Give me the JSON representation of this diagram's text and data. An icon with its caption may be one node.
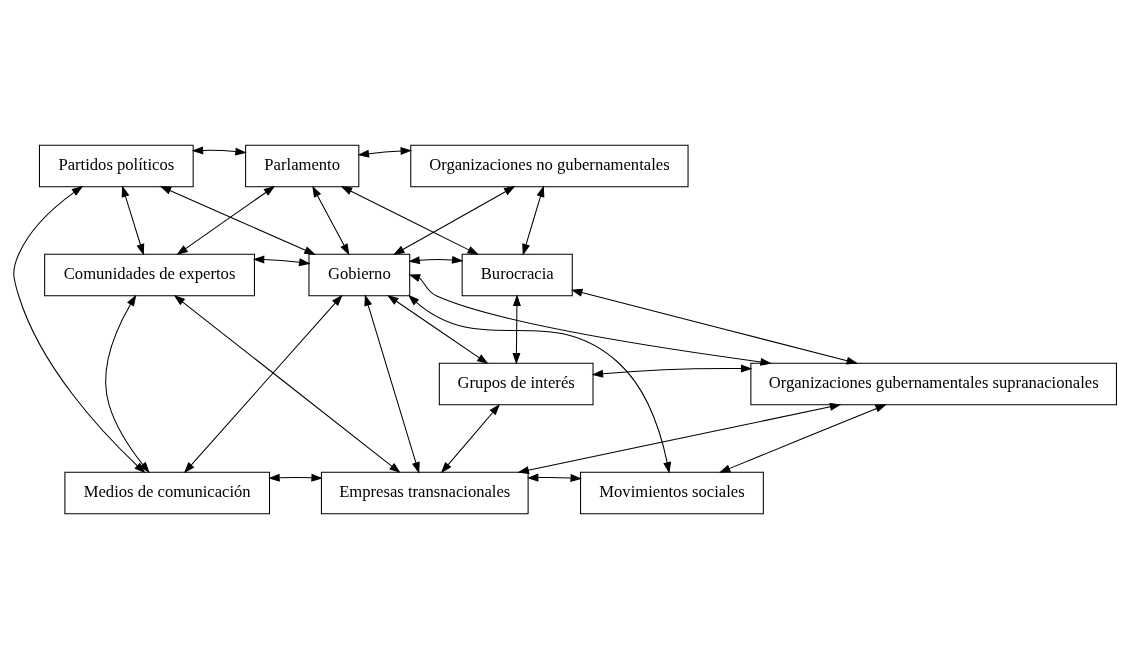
{
  "diagram": {
    "nodes": [
      {
        "text": [
          "Parlamento"
        ]
      },
      {
        "text": [
          "Organizaciones no gubernamentales"
        ]
      },
      {
        "text": [
          "Partidos políticos"
        ]
      },
      {
        "text": [
          "Gobierno"
        ]
      },
      {
        "text": [
          "Burocracia"
        ]
      },
      {
        "text": [
          "Comunidades de expertos"
        ]
      },
      {
        "text": [
          "Organizaciones gubernamentales supranacionales"
        ]
      },
      {
        "text": [
          "Grupos de interés"
        ]
      },
      {
        "text": [
          "Medios de comunicación"
        ]
      },
      {
        "text": [
          "Empresas transnacionales"
        ]
      },
      {
        "text": [
          "Movimientos sociales"
        ]
      }
    ],
    "edges": [
      {
        "from": 2,
        "to": 0,
        "arrow": "both"
      },
      {
        "from": 2,
        "to": 5,
        "arrow": "both"
      },
      {
        "from": 0,
        "to": 5,
        "arrow": "both"
      },
      {
        "from": 2,
        "to": 3,
        "arrow": "both"
      },
      {
        "from": 0,
        "to": 3,
        "arrow": "both"
      },
      {
        "from": 0,
        "to": 1,
        "arrow": "both"
      },
      {
        "from": 0,
        "to": 4,
        "arrow": "both"
      },
      {
        "from": 1,
        "to": 3,
        "arrow": "both"
      },
      {
        "from": 1,
        "to": 4,
        "arrow": "both"
      },
      {
        "from": 3,
        "to": 4,
        "arrow": "both"
      },
      {
        "from": 3,
        "to": 5,
        "arrow": "both"
      },
      {
        "from": 3,
        "to": 7,
        "arrow": "both"
      },
      {
        "from": 3,
        "to": 6,
        "arrow": "both"
      },
      {
        "from": 3,
        "to": 10,
        "arrow": "both"
      },
      {
        "from": 3,
        "to": 8,
        "arrow": "both"
      },
      {
        "from": 3,
        "to": 9,
        "arrow": "both"
      },
      {
        "from": 2,
        "to": 8,
        "arrow": "both"
      },
      {
        "from": 5,
        "to": 8,
        "arrow": "both"
      },
      {
        "from": 5,
        "to": 9,
        "arrow": "both"
      },
      {
        "from": 4,
        "to": 7,
        "arrow": "both"
      },
      {
        "from": 4,
        "to": 6,
        "arrow": "both"
      },
      {
        "from": 7,
        "to": 6,
        "arrow": "both"
      },
      {
        "from": 7,
        "to": 9,
        "arrow": "both"
      },
      {
        "from": 8,
        "to": 9,
        "arrow": "both"
      },
      {
        "from": 6,
        "to": 9,
        "arrow": "both"
      },
      {
        "from": 6,
        "to": 10,
        "arrow": "both"
      },
      {
        "from": 9,
        "to": 10,
        "arrow": "both"
      }
    ]
  }
}
